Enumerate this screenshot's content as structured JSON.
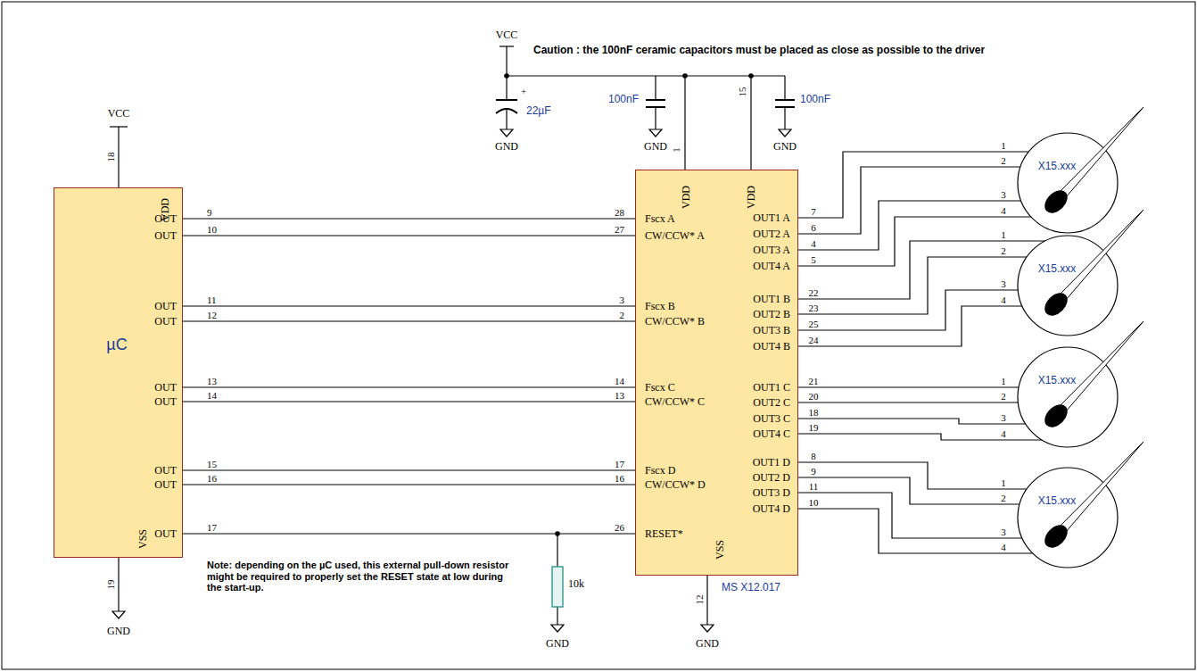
{
  "diagram": {
    "nodes": [
      {
        "text": [
          "µC",
          "VDD",
          "OUT",
          "OUT",
          "OUT",
          "OUT",
          "OUT",
          "OUT",
          "OUT",
          "OUT",
          "OUT",
          "VSS"
        ]
      },
      {
        "text": [
          "VDD",
          "VDD",
          "Fscx A",
          "CW/CCW* A",
          "Fscx B",
          "CW/CCW* B",
          "Fscx C",
          "CW/CCW* C",
          "Fscx D",
          "CW/CCW* D",
          "RESET*",
          "OUT1 A",
          "OUT2 A",
          "OUT3 A",
          "OUT4 A",
          "OUT1 B",
          "OUT2 B",
          "OUT3 B",
          "OUT4 B",
          "OUT1 C",
          "OUT2 C",
          "OUT3 C",
          "OUT4 C",
          "OUT1 D",
          "OUT2 D",
          "OUT3 D",
          "OUT4 D",
          "VSS",
          "MS X12.017"
        ]
      },
      {
        "text": [
          "X15.xxx"
        ]
      },
      {
        "text": [
          "X15.xxx"
        ]
      },
      {
        "text": [
          "X15.xxx"
        ]
      },
      {
        "text": [
          "X15.xxx"
        ]
      }
    ],
    "edges": [
      {
        "from": 0,
        "to": 1,
        "arrow": "none"
      },
      {
        "from": 0,
        "to": 1,
        "arrow": "none"
      },
      {
        "from": 0,
        "to": 1,
        "arrow": "none"
      },
      {
        "from": 0,
        "to": 1,
        "arrow": "none"
      },
      {
        "from": 0,
        "to": 1,
        "arrow": "none"
      },
      {
        "from": 0,
        "to": 1,
        "arrow": "none"
      },
      {
        "from": 0,
        "to": 1,
        "arrow": "none"
      },
      {
        "from": 0,
        "to": 1,
        "arrow": "none"
      },
      {
        "from": 0,
        "to": 1,
        "arrow": "none"
      },
      {
        "from": 1,
        "to": 2,
        "arrow": "none"
      },
      {
        "from": 1,
        "to": 2,
        "arrow": "none"
      },
      {
        "from": 1,
        "to": 2,
        "arrow": "none"
      },
      {
        "from": 1,
        "to": 2,
        "arrow": "none"
      },
      {
        "from": 1,
        "to": 3,
        "arrow": "none"
      },
      {
        "from": 1,
        "to": 3,
        "arrow": "none"
      },
      {
        "from": 1,
        "to": 3,
        "arrow": "none"
      },
      {
        "from": 1,
        "to": 3,
        "arrow": "none"
      },
      {
        "from": 1,
        "to": 4,
        "arrow": "none"
      },
      {
        "from": 1,
        "to": 4,
        "arrow": "none"
      },
      {
        "from": 1,
        "to": 4,
        "arrow": "none"
      },
      {
        "from": 1,
        "to": 4,
        "arrow": "none"
      },
      {
        "from": 1,
        "to": 5,
        "arrow": "none"
      },
      {
        "from": 1,
        "to": 5,
        "arrow": "none"
      },
      {
        "from": 1,
        "to": 5,
        "arrow": "none"
      },
      {
        "from": 1,
        "to": 5,
        "arrow": "none"
      }
    ],
    "labels": [
      "VCC",
      "+",
      "22µF",
      "GND",
      "100nF",
      "GND",
      "1",
      "15",
      "100nF",
      "GND",
      "Caution : the 100nF ceramic capacitors must be placed as close as possible to the driver",
      "VCC",
      "18",
      "9",
      "10",
      "11",
      "12",
      "13",
      "14",
      "15",
      "16",
      "17",
      "28",
      "27",
      "3",
      "2",
      "14",
      "13",
      "17",
      "16",
      "26",
      "19",
      "GND",
      "Note: depending on the µC used, this external pull-down resistor might be required to properly set the RESET state at low during the start-up.",
      "10k",
      "GND",
      "12",
      "GND",
      "7",
      "6",
      "4",
      "5",
      "22",
      "23",
      "25",
      "24",
      "21",
      "20",
      "18",
      "19",
      "8",
      "9",
      "11",
      "10",
      "1",
      "2",
      "3",
      "4",
      "1",
      "2",
      "3",
      "4",
      "1",
      "2",
      "3",
      "4",
      "1",
      "2",
      "3",
      "4"
    ]
  }
}
